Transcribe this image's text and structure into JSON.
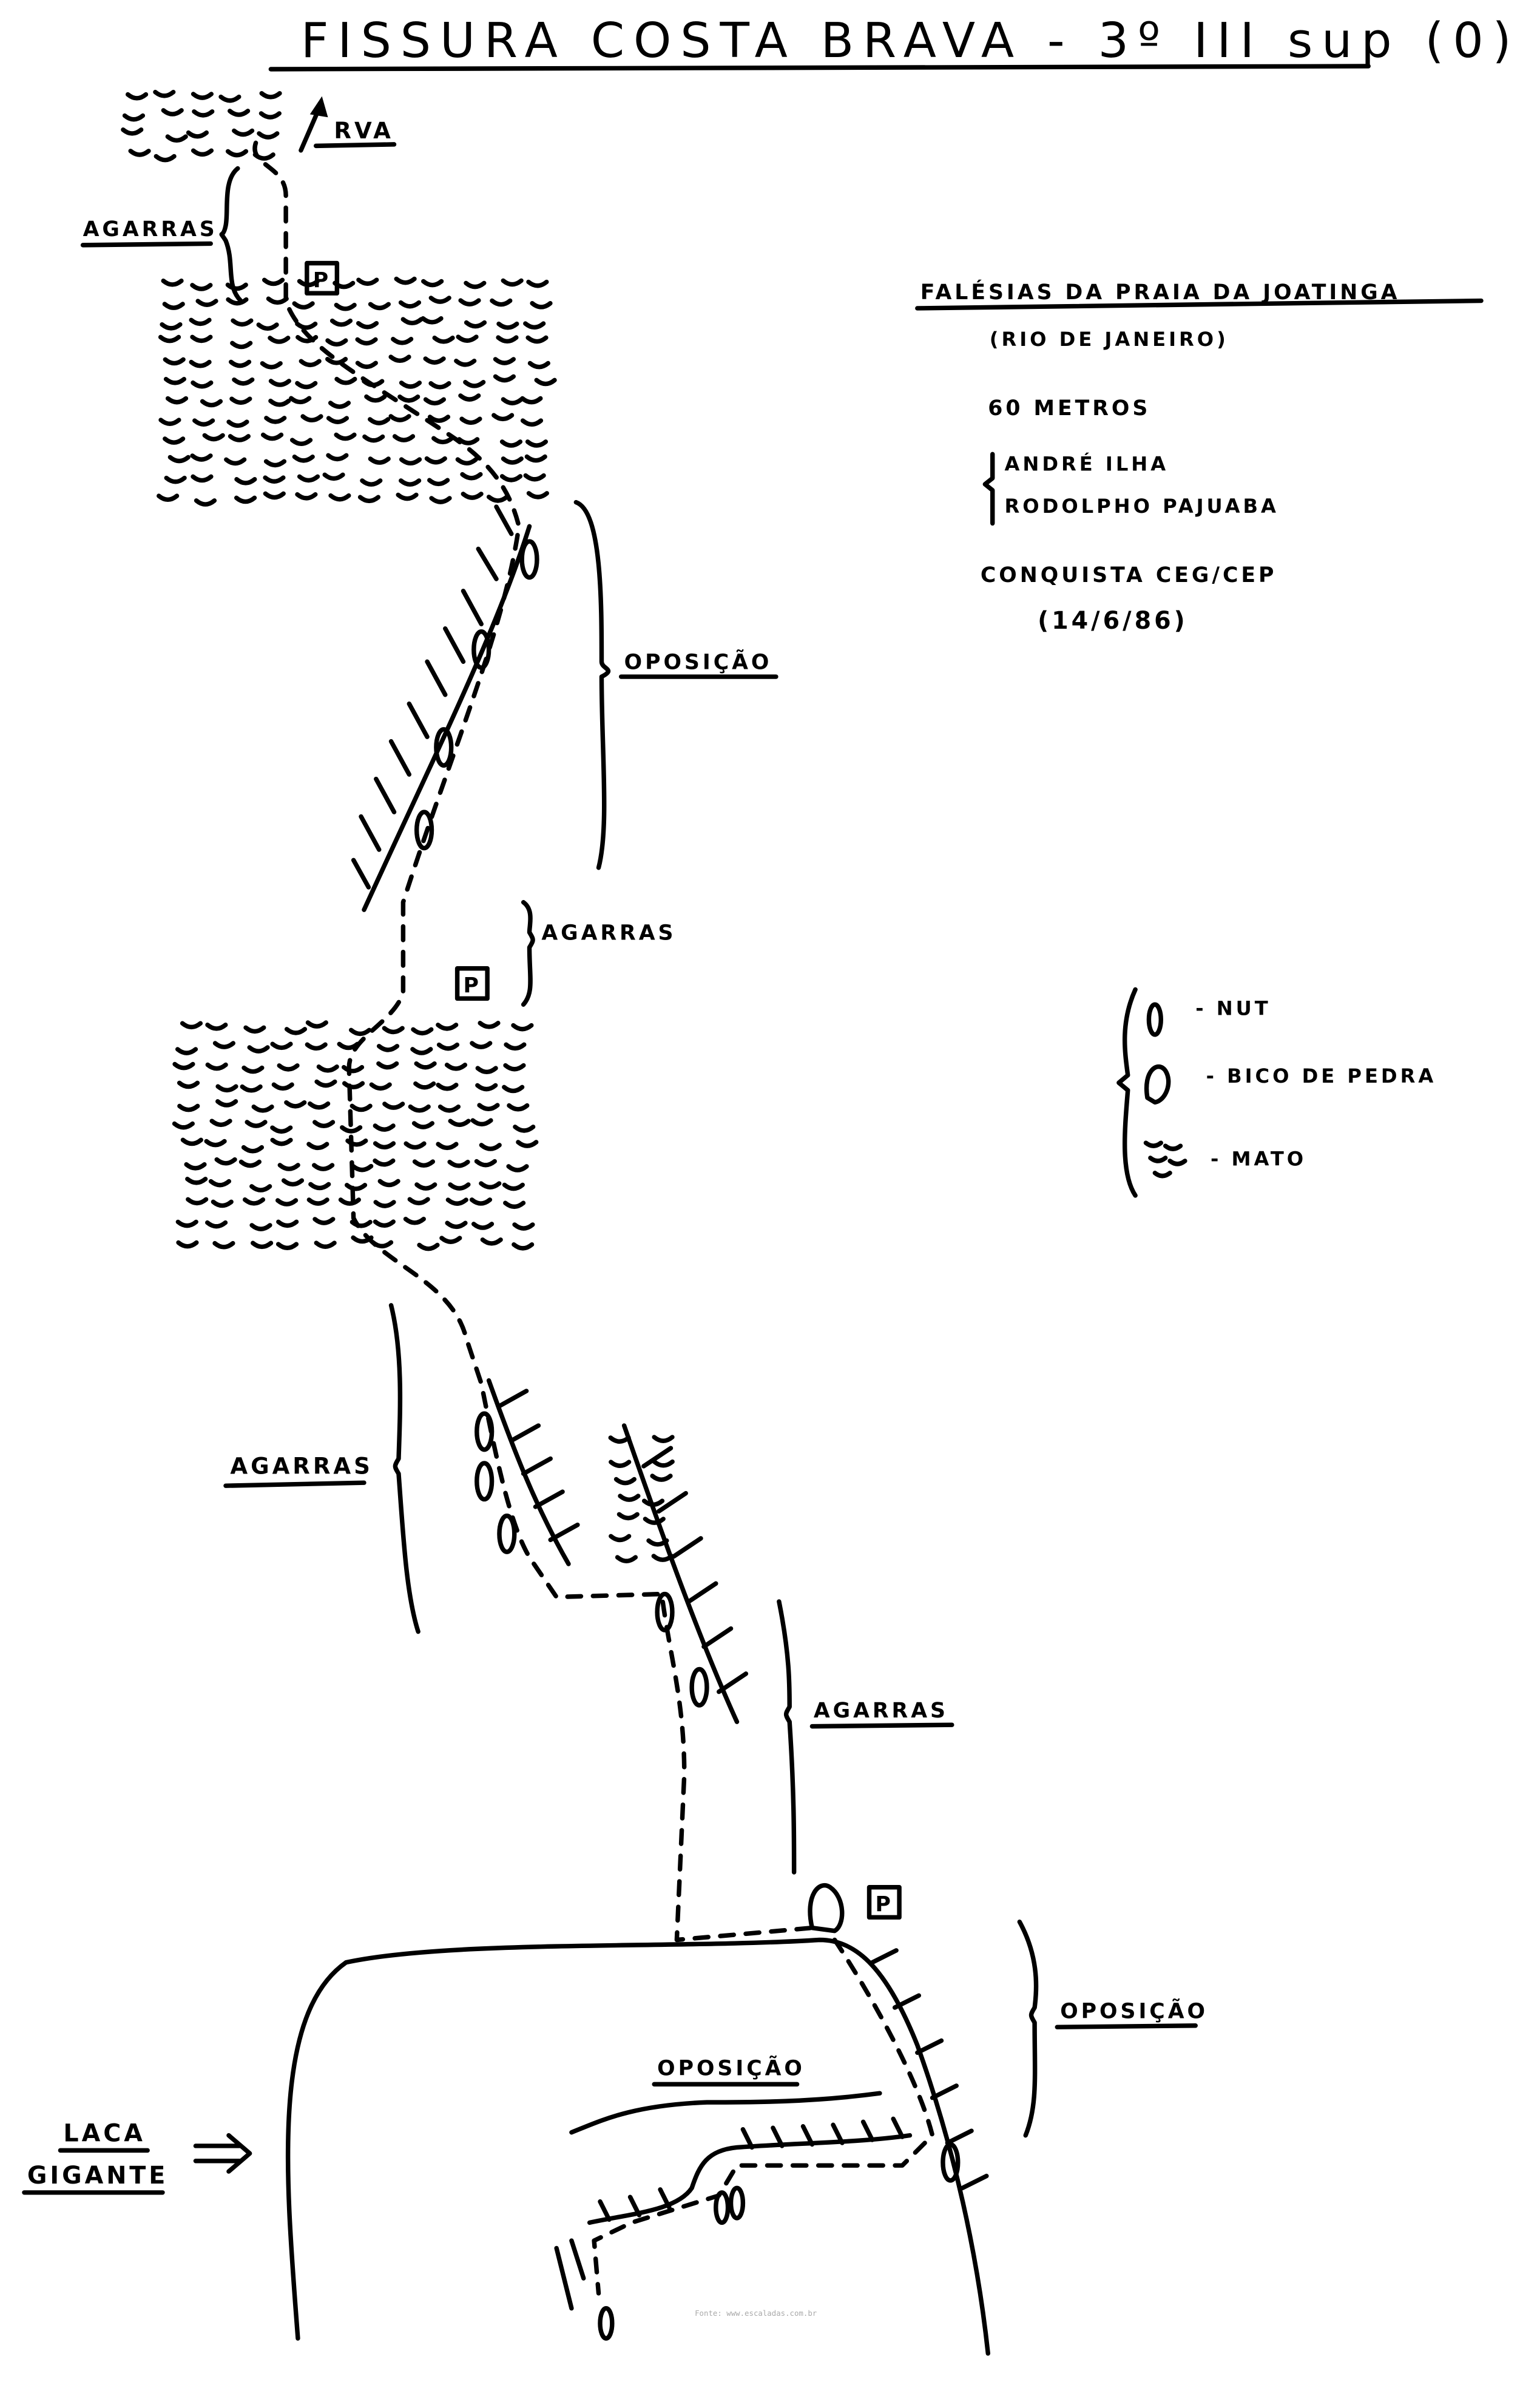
{
  "title": "FISSURA COSTA BRAVA - 3º III sup (0)",
  "exit_label": "RVA",
  "info": {
    "location": "FALÉSIAS DA PRAIA DA JOATINGA",
    "region": "(RIO DE JANEIRO)",
    "height": "60 METROS",
    "climbers": [
      "ANDRÉ ILHA",
      "RODOLPHO PAJUABA"
    ],
    "ascent": "CONQUISTA CEG/CEP",
    "date": "(14/6/86)"
  },
  "labels": {
    "agarras_1": "AGARRAS",
    "oposicao_1": "OPOSIÇÃO",
    "agarras_2": "AGARRAS",
    "agarras_3": "AGARRAS",
    "agarras_4": "AGARRAS",
    "oposicao_2": "OPOSIÇÃO",
    "oposicao_3": "OPOSIÇÃO",
    "laca_1": "LACA",
    "laca_2": "GIGANTE",
    "belay": "P"
  },
  "legend": {
    "nut": "- NUT",
    "bico": "- BICO DE PEDRA",
    "mato": "- MATO"
  },
  "source": "Fonte: www.escaladas.com.br"
}
